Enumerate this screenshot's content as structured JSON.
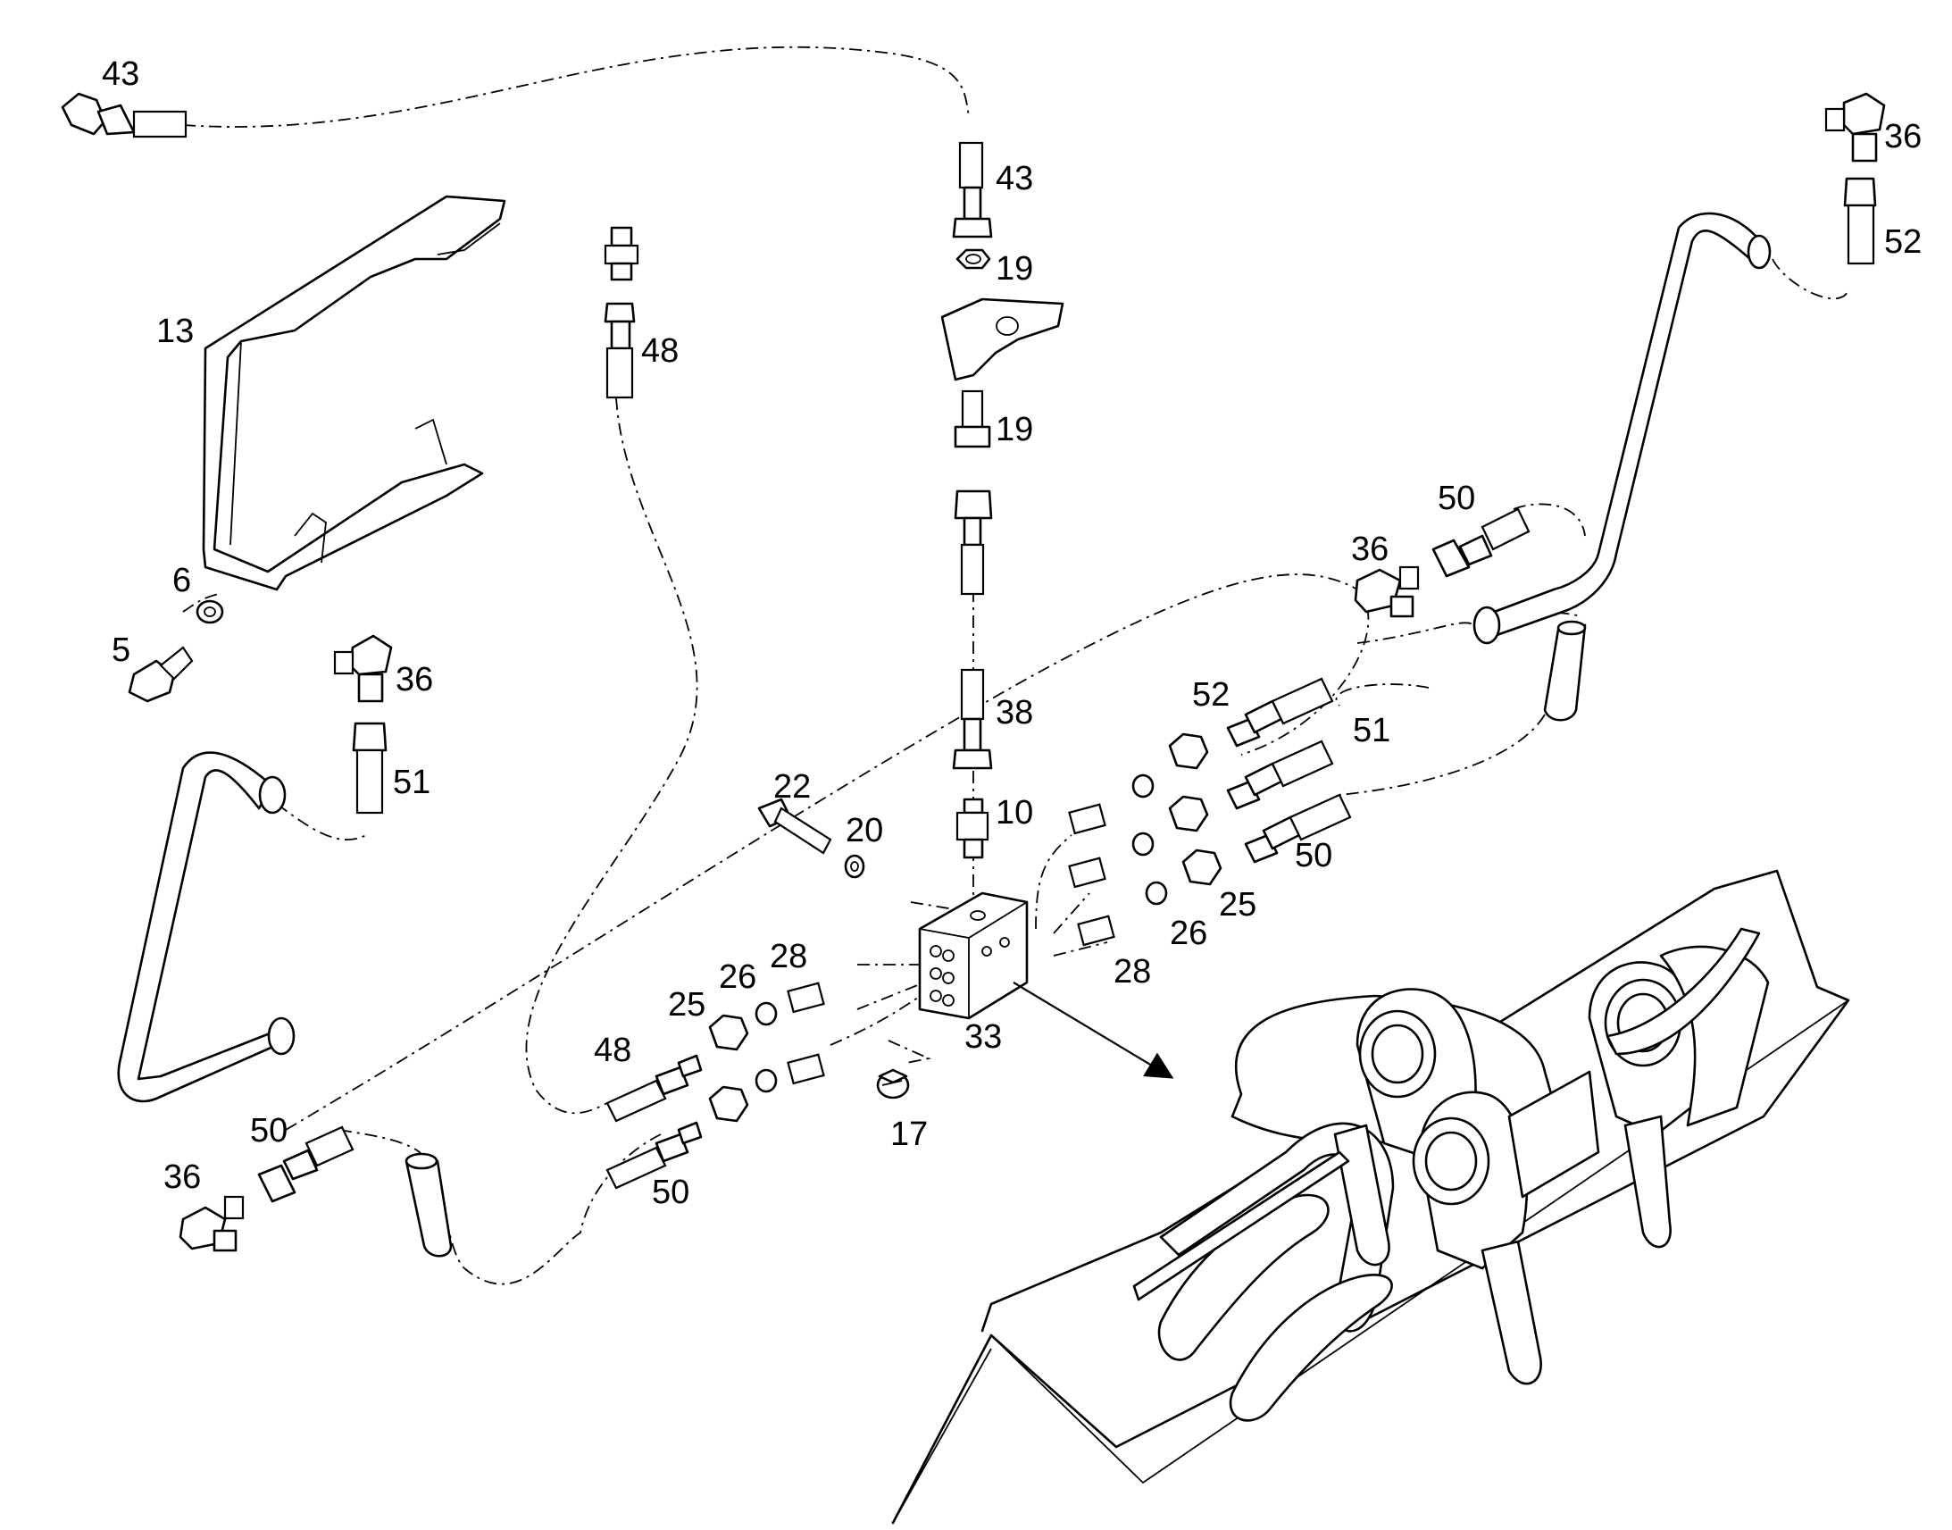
{
  "diagram": {
    "colors": {
      "line": "#000000",
      "background": "#ffffff"
    },
    "part_numbers": [
      {
        "id": "p43a",
        "text": "43"
      },
      {
        "id": "p43b",
        "text": "43"
      },
      {
        "id": "p19a",
        "text": "19"
      },
      {
        "id": "p19b",
        "text": "19"
      },
      {
        "id": "p13",
        "text": "13"
      },
      {
        "id": "p48a",
        "text": "48"
      },
      {
        "id": "p36a",
        "text": "36"
      },
      {
        "id": "p52a",
        "text": "52"
      },
      {
        "id": "p50a",
        "text": "50"
      },
      {
        "id": "p36b",
        "text": "36"
      },
      {
        "id": "p6",
        "text": "6"
      },
      {
        "id": "p5",
        "text": "5"
      },
      {
        "id": "p36c",
        "text": "36"
      },
      {
        "id": "p51a",
        "text": "51"
      },
      {
        "id": "p38",
        "text": "38"
      },
      {
        "id": "p52b",
        "text": "52"
      },
      {
        "id": "p51b",
        "text": "51"
      },
      {
        "id": "p22",
        "text": "22"
      },
      {
        "id": "p20",
        "text": "20"
      },
      {
        "id": "p10",
        "text": "10"
      },
      {
        "id": "p50b",
        "text": "50"
      },
      {
        "id": "p25a",
        "text": "25"
      },
      {
        "id": "p26a",
        "text": "26"
      },
      {
        "id": "p28a",
        "text": "28"
      },
      {
        "id": "p28b",
        "text": "28"
      },
      {
        "id": "p26b",
        "text": "26"
      },
      {
        "id": "p25b",
        "text": "25"
      },
      {
        "id": "p33",
        "text": "33"
      },
      {
        "id": "p48b",
        "text": "48"
      },
      {
        "id": "p17",
        "text": "17"
      },
      {
        "id": "p50c",
        "text": "50"
      },
      {
        "id": "p36d",
        "text": "36"
      },
      {
        "id": "p50d",
        "text": "50"
      }
    ]
  }
}
